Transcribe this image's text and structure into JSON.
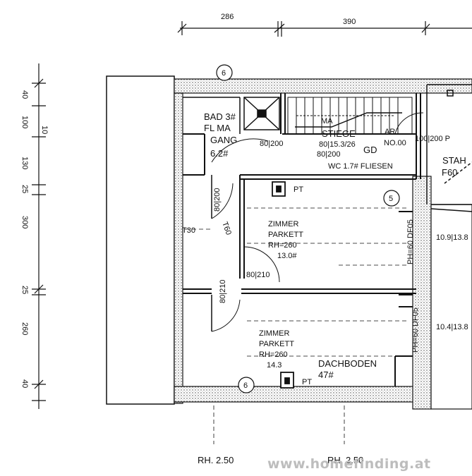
{
  "dimensions": {
    "top": [
      "286",
      "390"
    ],
    "left": [
      "40",
      "100",
      "10",
      "130",
      "25",
      "300",
      "25",
      "260",
      "40"
    ]
  },
  "rooms": {
    "bad": "BAD 3#",
    "fl": "FL MA",
    "gang": "GANG",
    "gang_area": "6.2#",
    "stiege_ma": "MA",
    "stiege": "STIEGE",
    "stiege_dims": "80|15.3/26",
    "stiege_gd": "GD",
    "ar": "AR",
    "ar_no": "NO.00",
    "wc": "WC 1.7# FLIESEN",
    "stah": "STAH",
    "stah_f": "F60",
    "zimmer1_name": "ZIMMER",
    "zimmer1_floor": "PARKETT",
    "zimmer1_rh": "RH=260",
    "zimmer1_area": "13.0#",
    "zimmer2_name": "ZIMMER",
    "zimmer2_floor": "PARKETT",
    "zimmer2_rh": "RH=260",
    "zimmer2_area": "14.3",
    "dachboden": "DACHBODEN",
    "dachboden_area": "47#",
    "pt1": "PT",
    "pt2": "PT"
  },
  "doors": {
    "d1": "80|200",
    "d2": "80|200",
    "d3": "100|200 P",
    "d4": "80|210",
    "d5": "80|210",
    "d6": "80|200",
    "d7": "T60",
    "d8": "T30"
  },
  "windows": {
    "w1": "PH=60 DF05",
    "w2": "PH=60 DF05",
    "w1_size": "10.9|13.8",
    "w2_size": "10.4|13.8"
  },
  "markers": [
    "6",
    "5",
    "6"
  ],
  "bottom": {
    "rh_left": "RH. 2.50",
    "rh_right": "RH. 2.50"
  },
  "watermark": "www.homefinding.at"
}
